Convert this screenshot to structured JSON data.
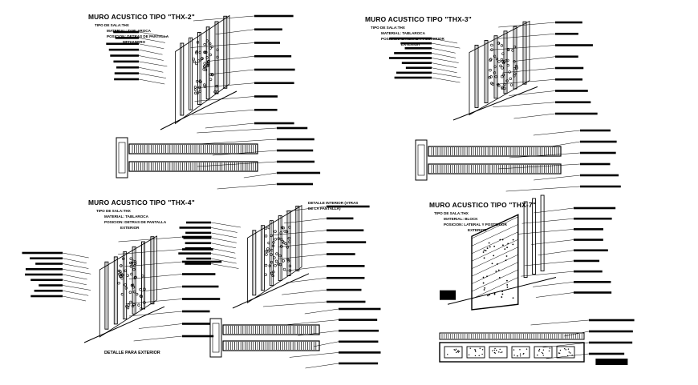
{
  "drawing": {
    "panels": [
      {
        "id": "thx2",
        "title": "MURO ACUSTICO TIPO \"THX-2\"",
        "lines": [
          "TIPO DE SALA:THX",
          "MATERIAL: TABLAROCA",
          "POSICION: DETRAS DE PANTALLA",
          "MEDIANERO"
        ]
      },
      {
        "id": "thx3",
        "title": "MURO ACUSTICO TIPO \"THX-3\"",
        "lines": [
          "TIPO DE SALA:THX",
          "MATERIAL: TABLAROCA",
          "POSICION: LATERAL Y POSTERIOR",
          "EXTERIOR"
        ]
      },
      {
        "id": "thx4",
        "title": "MURO ACUSTICO TIPO \"THX-4\"",
        "lines": [
          "TIPO DE SALA:THX",
          "MATERIAL: TABLAROCA",
          "POSICION: DETRAS DE PANTALLA",
          "EXTERIOR"
        ],
        "caption": "DETALLE PARA EXTERIOR",
        "detail": [
          "DETALLE INTERIOR (ATRAS",
          "DE LA PANTALLA)"
        ]
      },
      {
        "id": "thx7",
        "title": "MURO ACUSTICO TIPO \"THX-7\"",
        "lines": [
          "TIPO DE SALA:THX",
          "MATERIAL: BLOCK",
          "POSICION: LATERAL Y POSTERIOR",
          "EXTERIOR"
        ]
      }
    ]
  }
}
